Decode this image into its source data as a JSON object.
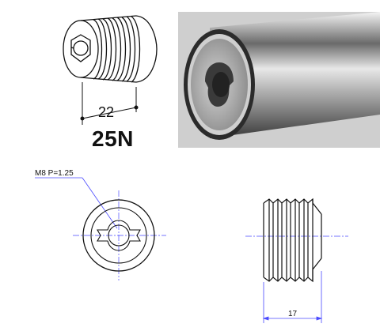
{
  "iso_view": {
    "width_dimension": "22"
  },
  "model_label": "25N",
  "front_view": {
    "thread_callout": "M8 P=1.25"
  },
  "side_view": {
    "length_dimension": "17"
  },
  "colors": {
    "line": "#111111",
    "centerline": "#4a4aff",
    "photo_background": "#cfcfcf"
  }
}
